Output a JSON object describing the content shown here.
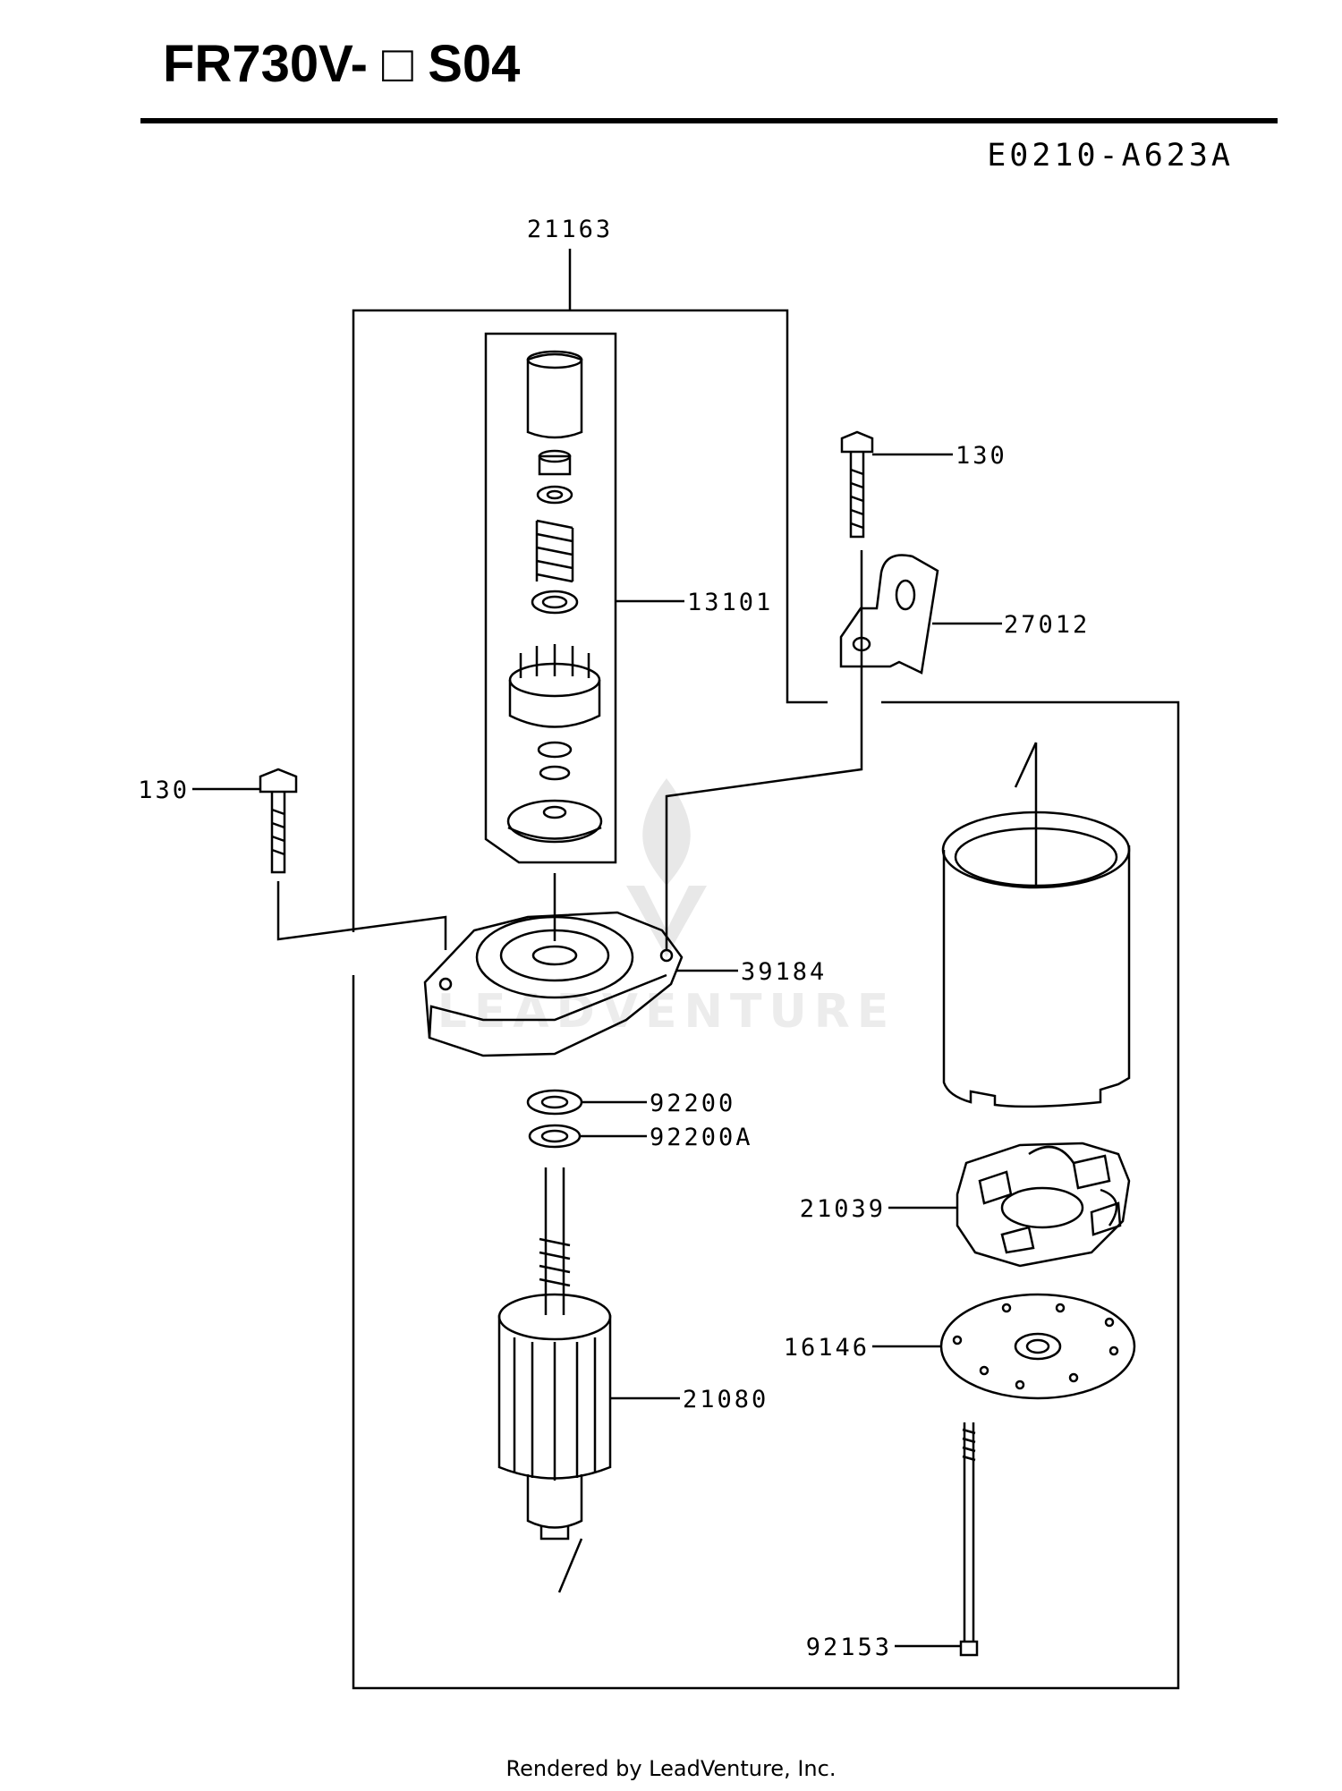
{
  "header": {
    "model": "FR730V-",
    "box_symbol": "□",
    "suffix": "S04",
    "diagram_code": "E0210-A623A"
  },
  "watermark": {
    "text": "LEADVENTURE"
  },
  "parts": [
    {
      "id": "21163",
      "label": "21163"
    },
    {
      "id": "130_top",
      "label": "130"
    },
    {
      "id": "13101",
      "label": "13101"
    },
    {
      "id": "27012",
      "label": "27012"
    },
    {
      "id": "130_left",
      "label": "130"
    },
    {
      "id": "39184",
      "label": "39184"
    },
    {
      "id": "92200",
      "label": "92200"
    },
    {
      "id": "92200A",
      "label": "92200A"
    },
    {
      "id": "21039",
      "label": "21039"
    },
    {
      "id": "16146",
      "label": "16146"
    },
    {
      "id": "21080",
      "label": "21080"
    },
    {
      "id": "92153",
      "label": "92153"
    }
  ],
  "footer": {
    "text": "Rendered by LeadVenture, Inc."
  }
}
